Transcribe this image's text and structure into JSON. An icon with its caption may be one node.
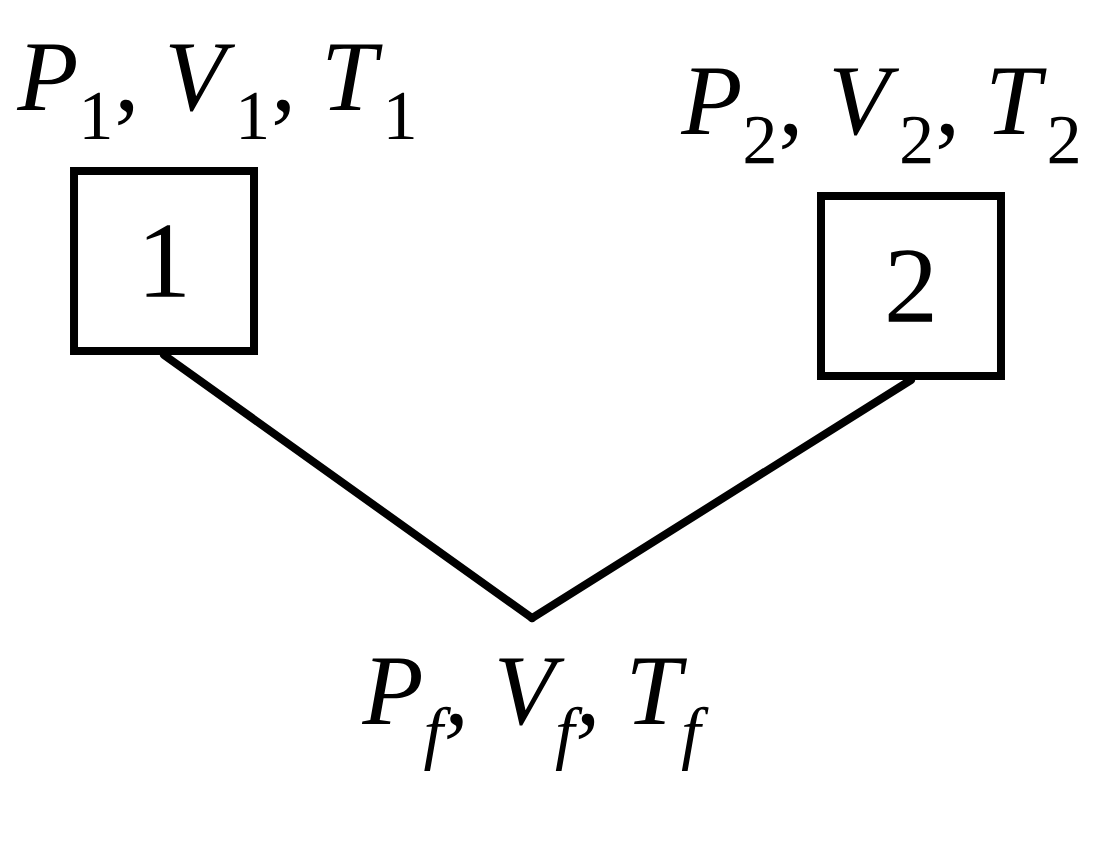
{
  "diagram": {
    "nodes": [
      {
        "text": [
          "*P*$_{1}$, *V*$_{1}$, *T*$_{1}$",
          "1"
        ]
      },
      {
        "text": [
          "*P*$_{2}$, *V*$_{2}$, *T*$_{2}$",
          "2"
        ]
      },
      {
        "text": [
          "P$_{f}$, V$_{f}$, T$_{f}$"
        ]
      }
    ],
    "edges": [
      {
        "from": 0,
        "to": 2,
        "arrow": "none"
      },
      {
        "from": 1,
        "to": 2,
        "arrow": "none"
      }
    ]
  }
}
